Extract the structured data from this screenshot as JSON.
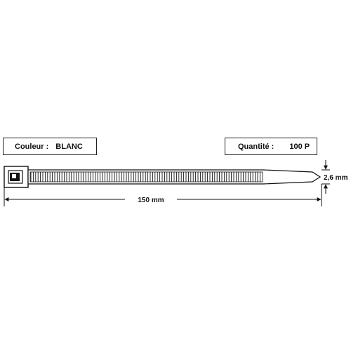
{
  "labels": {
    "color_key": "Couleur :",
    "color_value": "BLANC",
    "quantity_key": "Quantité :",
    "quantity_value": "100 P"
  },
  "dimensions": {
    "length": "150 mm",
    "width": "2,6 mm"
  },
  "colors": {
    "line": "#111111",
    "background": "#ffffff"
  }
}
